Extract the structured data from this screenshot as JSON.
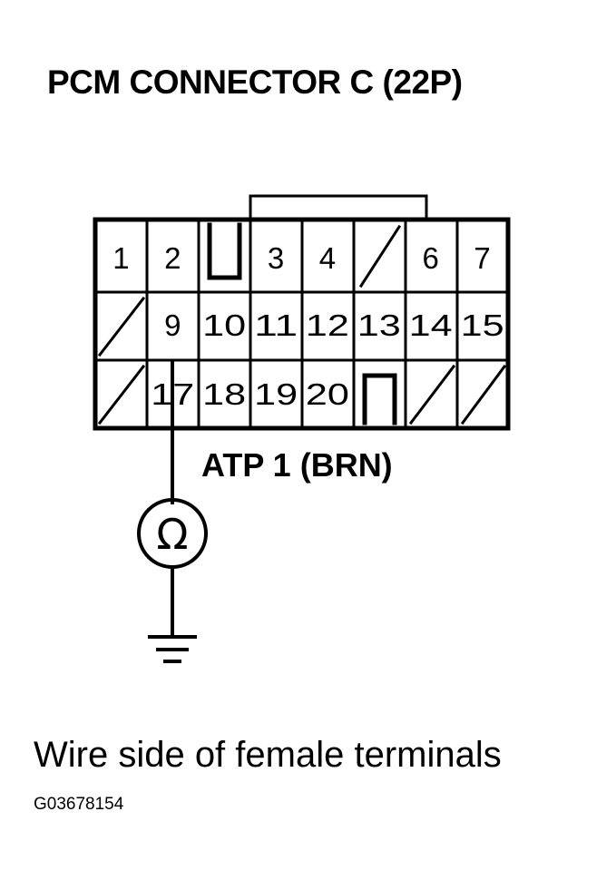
{
  "title": "PCM CONNECTOR C (22P)",
  "wire_label": "ATP 1 (BRN)",
  "caption": "Wire side of female terminals",
  "figure_code": "G03678154",
  "meter_symbol": "Ω",
  "meter_icon": "ohmmeter-icon",
  "ground_icon": "ground-icon",
  "connector": {
    "rows": [
      [
        "1",
        "2",
        "",
        "3",
        "4",
        "",
        "6",
        "7"
      ],
      [
        "",
        "9",
        "10",
        "11",
        "12",
        "13",
        "14",
        "15"
      ],
      [
        "",
        "17",
        "18",
        "19",
        "20",
        "",
        "",
        ""
      ]
    ],
    "probed_terminal": "17"
  }
}
